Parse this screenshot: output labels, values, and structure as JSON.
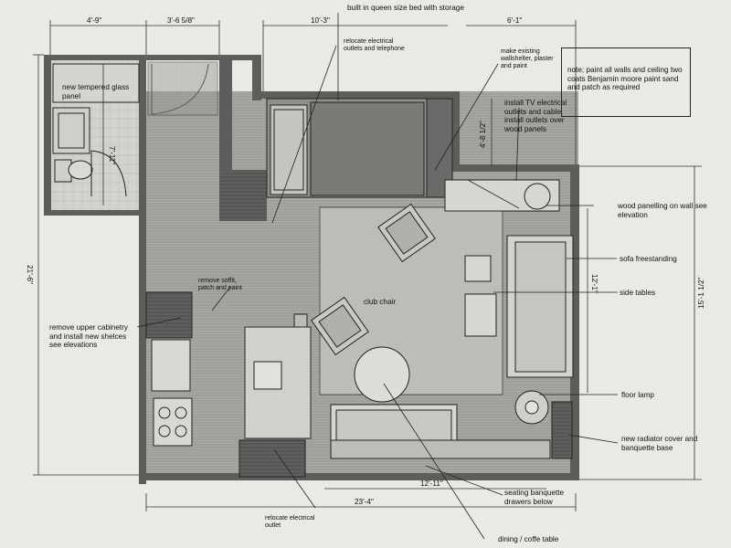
{
  "dimensions": {
    "d1": "4'-9\"",
    "d2": "3'-6 5/8\"",
    "d3": "10'-3\"",
    "d4": "6'-1\"",
    "d5": "7'-11\"",
    "d6": "21'-6\"",
    "d7": "4'-8 1/2\"",
    "d8": "12'-1\"",
    "d9": "15'-1 1/2\"",
    "d10": "23'-4\"",
    "d11": "12'-11\""
  },
  "labels": {
    "bed": "built in queen size bed with storage",
    "relocate_outlets_phone": "relocate electrical outlets and telephone",
    "wall_shelter": "make existing wallshelter, plaster and paint",
    "tv_outlets": "install TV electrical outlets and cable. install outlets over wood panels",
    "note": "note; paint all walls and ceiling two coats Benjamin moore paint sand and patch as required",
    "glass_panel": "new tempered glass panel",
    "wood_panelling": "wood panelling on wall see elevation",
    "sofa": "sofa freestanding",
    "side_tables": "side tables",
    "club_chair": "club chair",
    "remove_soffit": "remove soffit, patch and paint",
    "cabinetry": "remove upper cabinetry and install new shelces see elevations",
    "floor_lamp": "floor lamp",
    "radiator": "new radiator cover and banquette base",
    "relocate_outlet": "relocate electrical outlet",
    "banquette": "seating banquette drawers below",
    "dining": "dining / coffe table"
  },
  "colors": {
    "paper": "#e9e9e6",
    "ink": "#111111",
    "wall": "#6e6e6c",
    "hatch": "#8a8a87",
    "rug": "#b9b9b5"
  }
}
